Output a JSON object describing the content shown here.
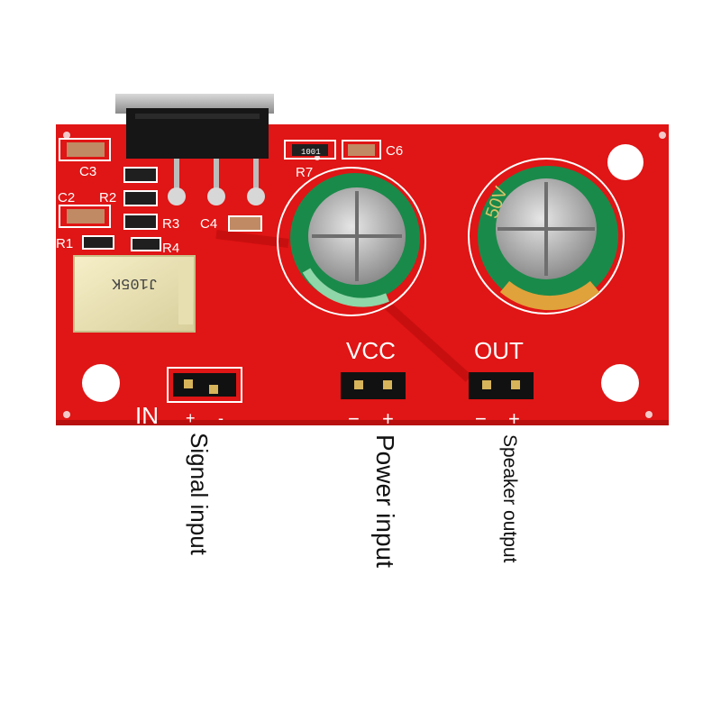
{
  "board": {
    "color": "#e01515",
    "silkscreen_color": "#ffffff",
    "capacitor_green": "#1a8a4a",
    "component_labels": {
      "c3": "C3",
      "c2": "C2",
      "r1": "R1",
      "r2": "R2",
      "r3": "R3",
      "c4": "C4",
      "r4": "R4",
      "r7": "R7",
      "c6": "C6"
    },
    "resistor_marking": "1001",
    "film_cap_marking": "J105K",
    "cap_right_marking": "50V",
    "headers": {
      "in": {
        "label": "IN",
        "pin1": "+",
        "pin2": "-"
      },
      "vcc": {
        "label": "VCC",
        "pin1": "−",
        "pin2": "+"
      },
      "out": {
        "label": "OUT",
        "pin1": "−",
        "pin2": "+"
      }
    }
  },
  "callouts": {
    "signal": "Signal input",
    "power": "Power input",
    "speaker": "Speaker output"
  }
}
